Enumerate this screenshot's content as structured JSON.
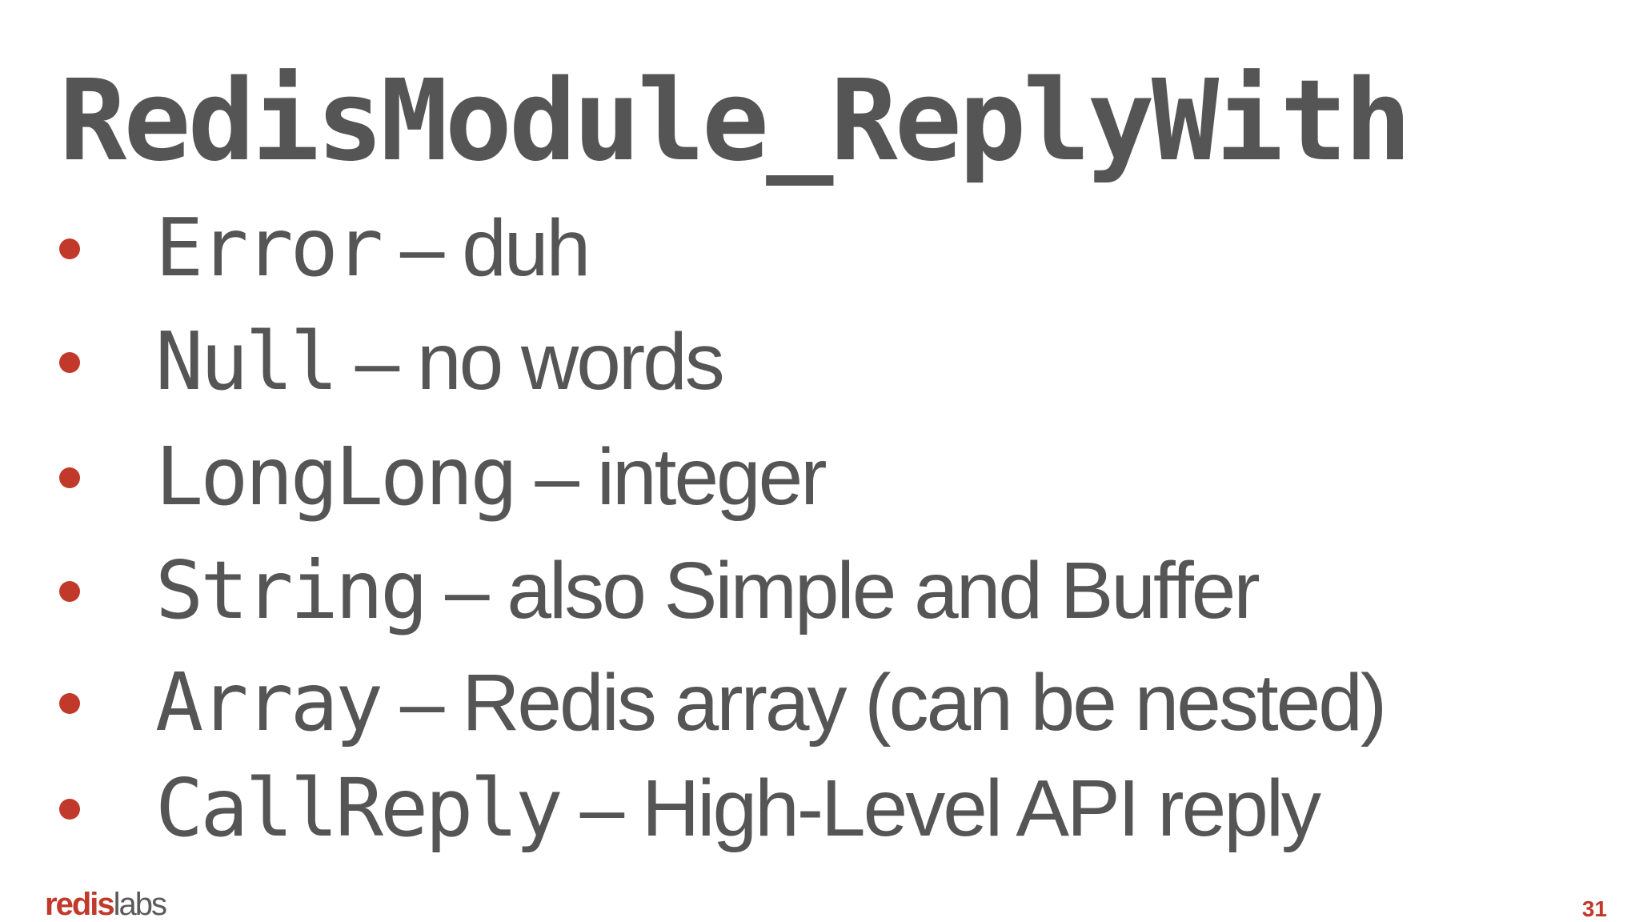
{
  "slide": {
    "title": "RedisModule_ReplyWith",
    "bullets": [
      {
        "code": "Error",
        "rest": " – duh"
      },
      {
        "code": "Null",
        "rest": " – no words"
      },
      {
        "code": "LongLong",
        "rest": " – integer"
      },
      {
        "code": "String",
        "rest": " – also Simple and Buffer"
      },
      {
        "code": "Array",
        "rest": " – Redis array (can be nested)"
      },
      {
        "code": "CallReply",
        "rest": " – High-Level API reply"
      }
    ],
    "footer": {
      "logo_part1": "redis",
      "logo_part2": "labs",
      "page_number": "31"
    }
  },
  "colors": {
    "text": "#555555",
    "accent": "#c0392b",
    "background": "#ffffff"
  }
}
